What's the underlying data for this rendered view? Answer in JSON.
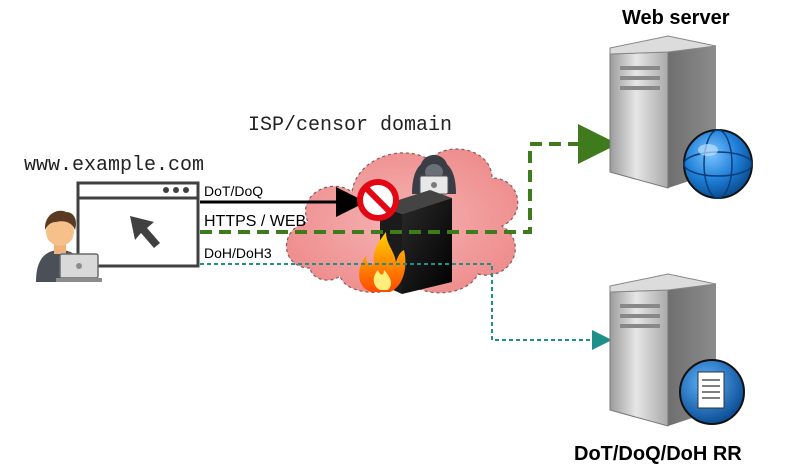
{
  "labels": {
    "site_url": "www.example.com",
    "isp_domain": "ISP/censor domain",
    "web_server": "Web server",
    "resolver": "DoT/DoQ/DoH RR"
  },
  "connections": {
    "dot_doq": "DoT/DoQ",
    "https_web": "HTTPS / WEB",
    "doh_doh3": "DoH/DoH3"
  },
  "colors": {
    "web_path": "#3f7a1c",
    "doh_path": "#1f8f8a",
    "blocked_path": "#000000",
    "cloud_fill": "#f29a9a",
    "block_sign": "#e30613"
  },
  "icons": {
    "user": "user-laptop-icon",
    "browser": "browser-window-icon",
    "cursor": "cursor-arrow-icon",
    "hacker": "censor-agent-icon",
    "firewall": "firewall-icon",
    "fire": "fire-icon",
    "block": "no-entry-icon",
    "globe": "globe-icon",
    "document": "document-icon",
    "server": "server-icon"
  }
}
